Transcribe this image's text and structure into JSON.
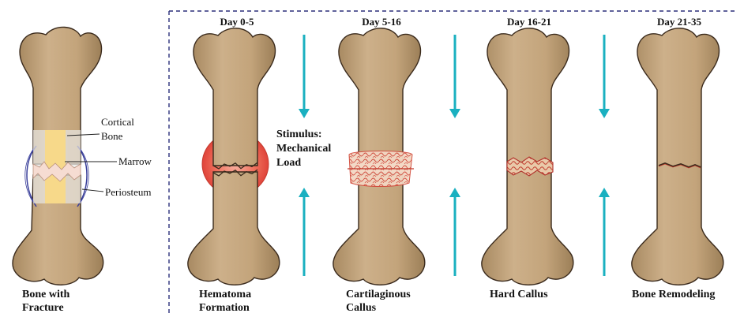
{
  "colors": {
    "bone_fill": "#c7a67d",
    "bone_stroke": "#3a2a1c",
    "divider": "#2b2f7a",
    "arrow": "#1ab0c0",
    "hematoma": "#ee5a4a",
    "marrow": "#f7d98a",
    "cortical_overlay": "#e8e6e2",
    "periosteum": "#3a3f9a",
    "fracture_line": "#c0392b"
  },
  "left_panel": {
    "labels": {
      "cortical_bone_line1": "Cortical",
      "cortical_bone_line2": "Bone",
      "marrow": "Marrow",
      "periosteum": "Periosteum"
    },
    "caption_line1": "Bone with",
    "caption_line2": "Fracture"
  },
  "stages": [
    {
      "title": "Day 0-5",
      "caption_line1": "Hematoma",
      "caption_line2": "Formation",
      "icon": "hematoma-bone"
    },
    {
      "title": "Day 5-16",
      "caption_line1": "Cartilaginous",
      "caption_line2": "Callus",
      "icon": "cartilage-bone"
    },
    {
      "title": "Day 16-21",
      "caption_line1": "Hard Callus",
      "caption_line2": "",
      "icon": "hard-callus-bone"
    },
    {
      "title": "Day 21-35",
      "caption_line1": "Bone Remodeling",
      "caption_line2": "",
      "icon": "remodeled-bone"
    }
  ],
  "stimulus": {
    "line1": "Stimulus:",
    "line2": "Mechanical",
    "line3": "Load"
  }
}
